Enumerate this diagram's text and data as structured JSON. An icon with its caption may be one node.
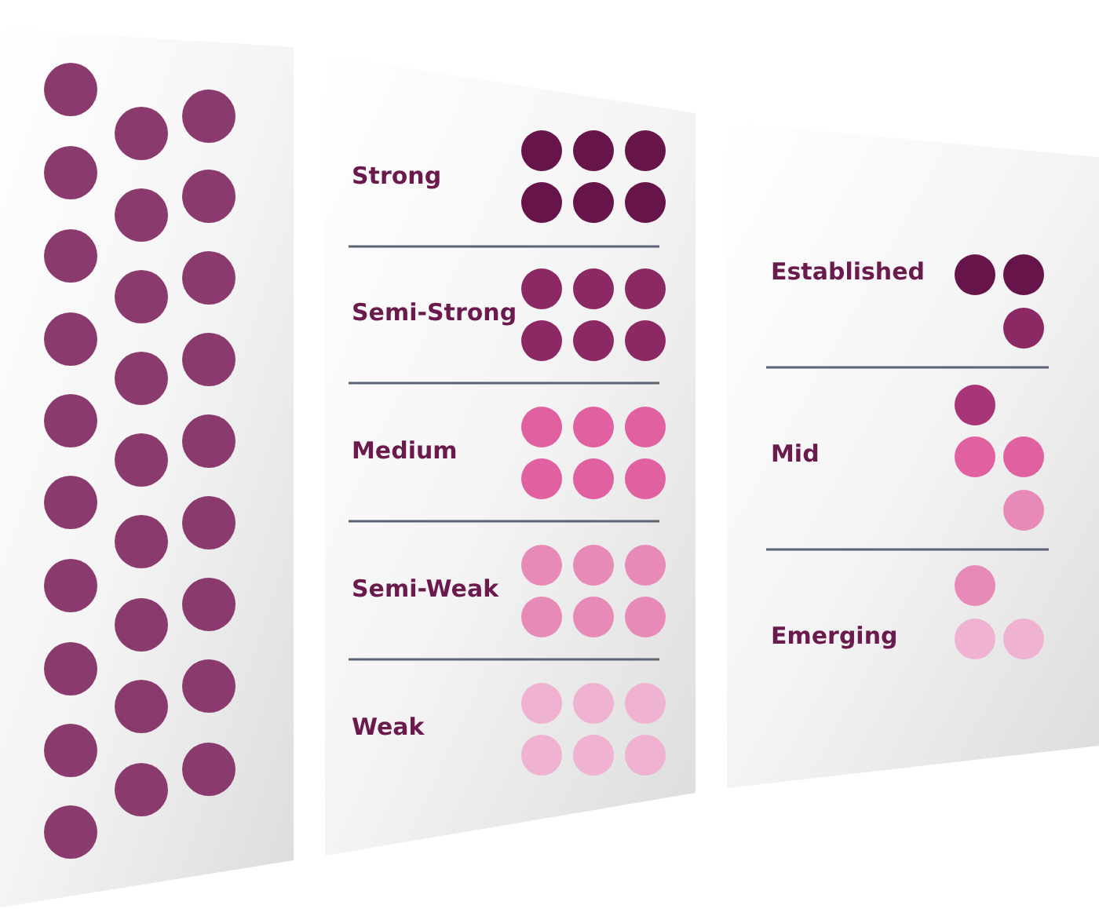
{
  "diagram": {
    "labels": [
      "Strong",
      "Semi-Strong",
      "Medium",
      "Semi-Weak",
      "Weak",
      "Established",
      "Mid",
      "Emerging"
    ]
  }
}
